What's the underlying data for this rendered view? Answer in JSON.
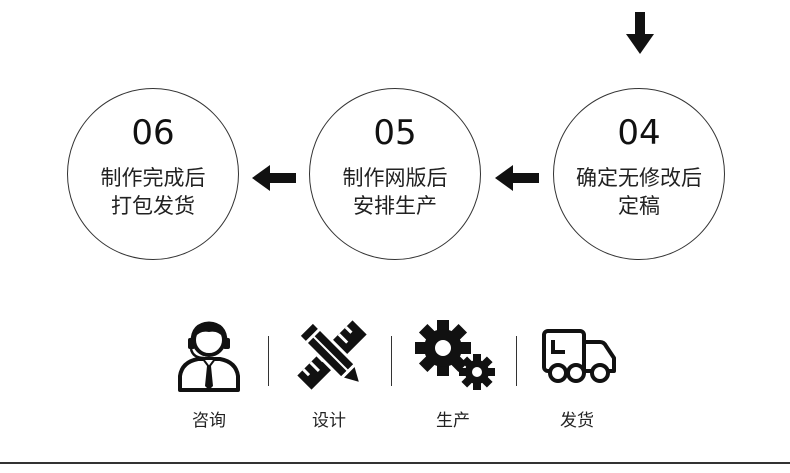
{
  "steps": [
    {
      "num": "06",
      "line1": "制作完成后",
      "line2": "打包发货"
    },
    {
      "num": "05",
      "line1": "制作网版后",
      "line2": "安排生产"
    },
    {
      "num": "04",
      "line1": "确定无修改后",
      "line2": "定稿"
    }
  ],
  "services": [
    {
      "label": "咨询",
      "icon": "consultant-icon"
    },
    {
      "label": "设计",
      "icon": "pencil-ruler-icon"
    },
    {
      "label": "生产",
      "icon": "gears-icon"
    },
    {
      "label": "发货",
      "icon": "truck-icon"
    }
  ],
  "colors": {
    "primary": "#111111",
    "background": "#ffffff"
  }
}
